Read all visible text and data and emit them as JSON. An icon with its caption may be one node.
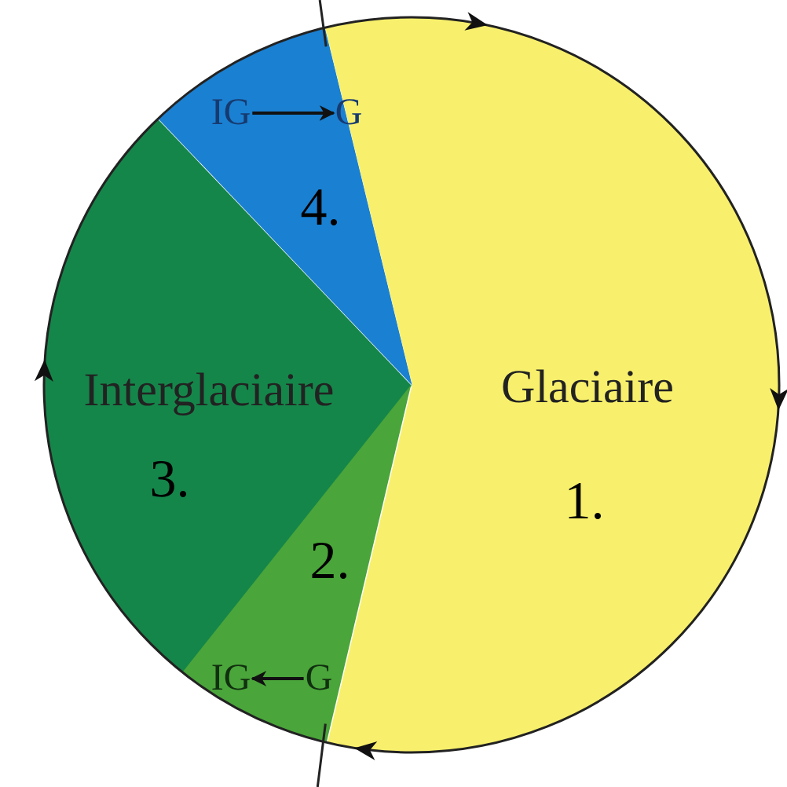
{
  "diagram": {
    "nodes": [
      {
        "text": [
          "4."
        ]
      },
      {
        "text": [
          "IG"
        ],
        "in": 0
      },
      {
        "text": [
          "G"
        ],
        "in": 0
      },
      {
        "text": [
          "Glaciaire",
          "1."
        ]
      },
      {
        "text": [
          "Interglaciaire",
          "3."
        ]
      },
      {
        "text": [
          "2."
        ]
      },
      {
        "text": [
          "IG"
        ],
        "in": 5
      },
      {
        "text": [
          "G"
        ],
        "in": 5
      }
    ],
    "edges": [
      {
        "from": 1,
        "to": 2,
        "arrow": "to"
      },
      {
        "from": 7,
        "to": 6,
        "arrow": "to"
      }
    ]
  }
}
